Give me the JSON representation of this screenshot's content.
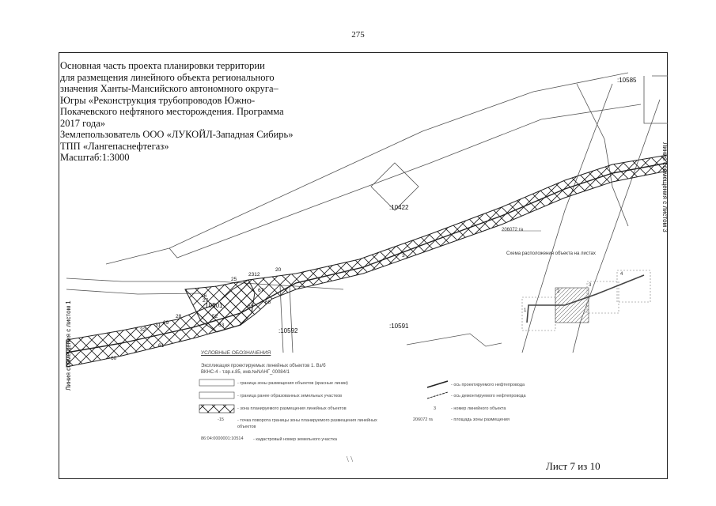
{
  "page_number": "275",
  "title": {
    "lines": [
      "Основная часть проекта планировки территории",
      "для размещения линейного объекта регионального",
      "значения Ханты-Мансийского автономного округа–",
      "Югры «Реконструкция трубопроводов Южно-",
      "Покачевского нефтяного месторождения. Программа",
      "2017 года»",
      "Землепользователь ООО «ЛУКОЙЛ-Западная Сибирь»",
      "ТПП «Лангепаснефтегаз»",
      "Масштаб:1:3000"
    ]
  },
  "map": {
    "parcel_labels": {
      "p10585": ":10585",
      "p10422": ":10422",
      "p10501": ":10501",
      "p10592": ":10592",
      "p10591": ":10591"
    },
    "area_label": "206072 га",
    "object_number": "3",
    "point_labels": {
      "n25": "25",
      "n23": "2312",
      "n20": "20",
      "n26": "26",
      "n27": "27",
      "n67": "67",
      "n68": "68",
      "n65": "65",
      "n52": "52",
      "n63": "63",
      "n28": "28",
      "n29": "29",
      "n31": "31",
      "n32": "32",
      "n61": "61",
      "n60": "60"
    },
    "match_line_left": "Линия совмещения с листом 1",
    "match_line_right": "Линия совмещения с листом 3"
  },
  "inset": {
    "title": "Схема расположения объекта на листах",
    "sheet_numbers": [
      "1",
      "2",
      "3",
      "4"
    ]
  },
  "legend": {
    "title": "УСЛОВНЫЕ ОБОЗНАЧЕНИЯ",
    "subtitle": "Экспликация проектируемых линейных объектов 1. Вз/б ВКНС-4 - т.вр.к.85, инв.№NАНГ_00084/1",
    "items_left": [
      "- граница зоны размещения объектов (красные линии)",
      "- граница ранее образованных земельных участков",
      "- зона планируемого размещения линейных объектов",
      "- точка поворота границы зоны планируемого размещения линейных объектов",
      "- кадастровый номер земельного участка"
    ],
    "marker_15": "-15",
    "cadastral_example": "86:04:0000001:10514",
    "items_right": [
      "- ось проектируемого нефтепровода",
      "- ось демонтируемого нефтепровода",
      "- номер линейного объекта",
      "- площадь зоны размещения"
    ],
    "legend_object_number": "3",
    "legend_area": "206072 га"
  },
  "sheet_label": "Лист 7 из 10",
  "bottom_marks": "\\ \\",
  "colors": {
    "line": "#222222",
    "road": "#555555",
    "inset_hatch": "#888888"
  }
}
